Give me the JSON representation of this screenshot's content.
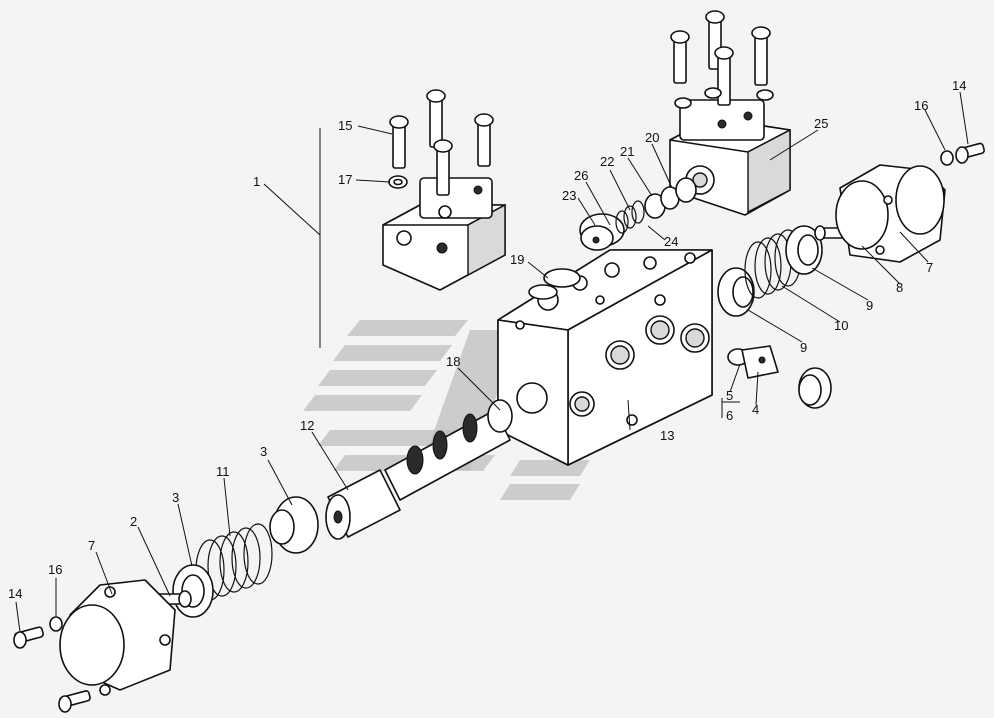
{
  "callouts": [
    {
      "id": "c1",
      "text": "1"
    },
    {
      "id": "c2",
      "text": "2"
    },
    {
      "id": "c3a",
      "text": "3"
    },
    {
      "id": "c3b",
      "text": "3"
    },
    {
      "id": "c4",
      "text": "4"
    },
    {
      "id": "c5",
      "text": "5"
    },
    {
      "id": "c6",
      "text": "6"
    },
    {
      "id": "c7a",
      "text": "7"
    },
    {
      "id": "c7b",
      "text": "7"
    },
    {
      "id": "c8",
      "text": "8"
    },
    {
      "id": "c9a",
      "text": "9"
    },
    {
      "id": "c9b",
      "text": "9"
    },
    {
      "id": "c10",
      "text": "10"
    },
    {
      "id": "c11",
      "text": "11"
    },
    {
      "id": "c12",
      "text": "12"
    },
    {
      "id": "c13",
      "text": "13"
    },
    {
      "id": "c14a",
      "text": "14"
    },
    {
      "id": "c14b",
      "text": "14"
    },
    {
      "id": "c15",
      "text": "15"
    },
    {
      "id": "c16a",
      "text": "16"
    },
    {
      "id": "c16b",
      "text": "16"
    },
    {
      "id": "c17",
      "text": "17"
    },
    {
      "id": "c18",
      "text": "18"
    },
    {
      "id": "c19",
      "text": "19"
    },
    {
      "id": "c20",
      "text": "20"
    },
    {
      "id": "c21",
      "text": "21"
    },
    {
      "id": "c22",
      "text": "22"
    },
    {
      "id": "c23",
      "text": "23"
    },
    {
      "id": "c24",
      "text": "24"
    },
    {
      "id": "c25",
      "text": "25"
    },
    {
      "id": "c26",
      "text": "26"
    }
  ]
}
